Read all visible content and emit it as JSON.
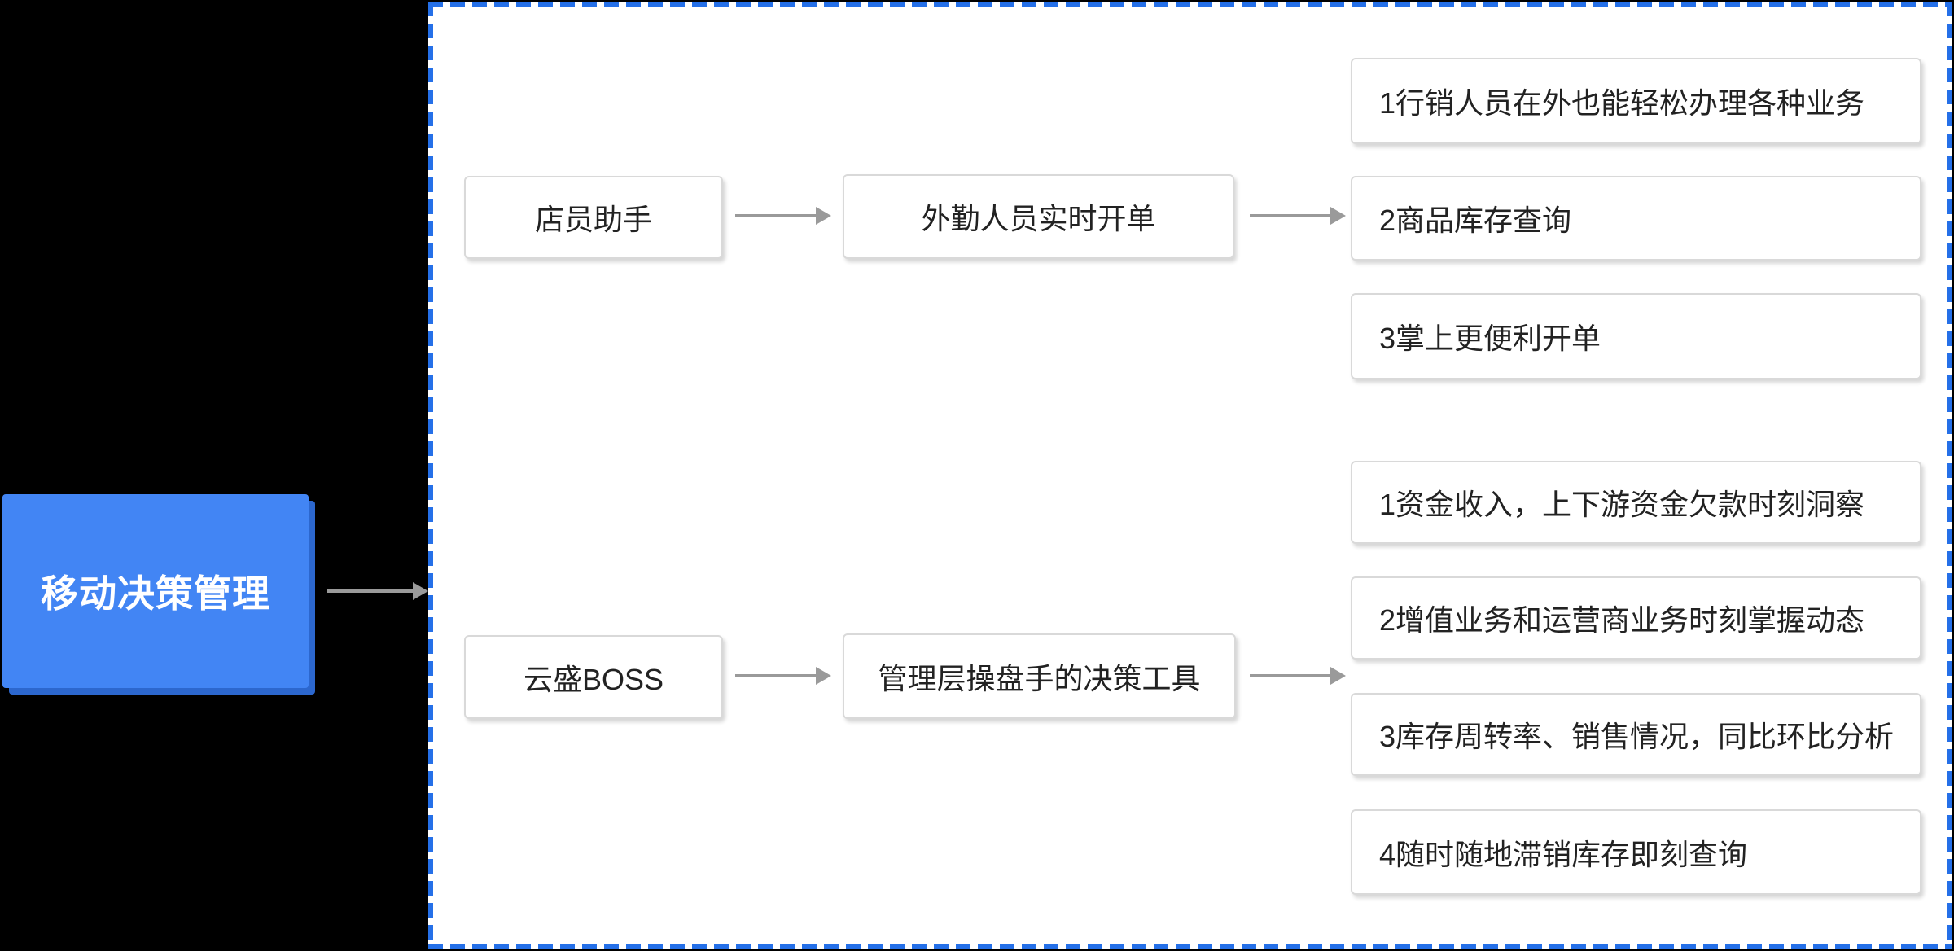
{
  "root": {
    "label": "移动决策管理"
  },
  "flows": [
    {
      "source": "店员助手",
      "process": "外勤人员实时开单",
      "outcomes": [
        "1行销人员在外也能轻松办理各种业务",
        "2商品库存查询",
        "3掌上更便利开单"
      ]
    },
    {
      "source": "云盛BOSS",
      "process": "管理层操盘手的决策工具",
      "outcomes": [
        "1资金收入，上下游资金欠款时刻洞察",
        "2增值业务和运营商业务时刻掌握动态",
        "3库存周转率、销售情况，同比环比分析",
        "4随时随地滞销库存即刻查询"
      ]
    }
  ],
  "colors": {
    "background": "#000000",
    "panel_background": "#ffffff",
    "panel_border_dash": "#2570e8",
    "root_fill": "#4285f4",
    "root_shadow": "#2c67ce",
    "root_text": "#ffffff",
    "node_border": "#d9d9d9",
    "node_text": "#222222",
    "arrow": "#9a9a9a"
  }
}
